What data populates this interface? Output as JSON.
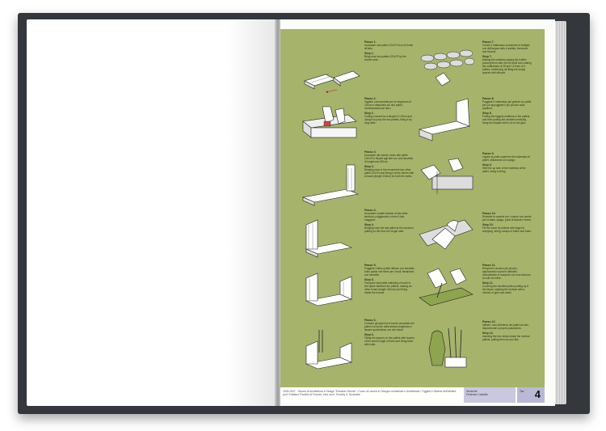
{
  "book": {
    "left_page": "blank",
    "tav_label": "Tav.",
    "tav_number": "4",
    "credits_line1": "2005-2007 - Scuola di Architettura e Design \"Edoardo Vittoria\" / Corso di Laurea in Disegno Industriale e Ambientale / Oggetti e Sistemi dell'Abitare",
    "credits_line2": "prof. Emiliano Fioriello di Francia, tutor arch. Timothy D. Brownlee",
    "student_label": "Studente",
    "student_name": "Federica Colacillo"
  },
  "steps": [
    {
      "it_title": "Passo 1.",
      "it": "Accostare due pallet 120x79 l'uno di fronte all'altro.",
      "en_title": "Step 1.",
      "en": "Bring near two pallets 120x79 by the shorter side."
    },
    {
      "it_title": "Passo 2.",
      "it": "Tagliare una tavoletta per la lunghezza di 120cm e attaccarla sui due pallet, inchiodandola dal retro.",
      "en_title": "Step 2.",
      "en": "Cutting a board for a length of 120cm and using it to jump the two pallets, fixing it by long nails."
    },
    {
      "it_title": "Passo 3.",
      "it": "Accostare allo stesso modo altri pallet 120x79 e fissarli agli altri con una tavoletta di lunghezza 240cm.",
      "en_title": "Step 3.",
      "en": "Bringing near in the movement two other pallet 120x79 and fixing it at the others with a board (length 240cm) for both the sides."
    },
    {
      "it_title": "Passo 4.",
      "it": "Accostare il pallet rimasto al lato della struttura, poggiandolo a terra il lato maggiore.",
      "en_title": "Step 4.",
      "en": "Bringing near the last pallet at the structure, putting on the floor the longer side."
    },
    {
      "it_title": "Passo 5.",
      "it": "Poggiare l'ultimo pallet riflesso con tavolette sotto quello che tiene per i bordi, fissandolo con tavolette.",
      "en_title": "Step 5.",
      "en": "Fixing the last pallet matching a board to the space between the pallets, making an other board (length 240cm) and fixing inside the boards."
    },
    {
      "it_title": "Passo 6.",
      "it": "Colmare gli spazi fra le tavole accostate dei pallet con tavole della stessa lunghezza e fissare quest'ultime con dei chiodi.",
      "en_title": "Step 6.",
      "en": "Filling the spaces on the pallets with boards of the same length of them and fixing them with nails."
    },
    {
      "it_title": "Passo 7.",
      "it": "Creare il materasso scuotendo le bottiglie con dell'acqua sotto e sabbia, formando due blocchi.",
      "en_title": "Step 7.",
      "en": "Making the mattress paying the bottles pouring them with the net shell and making the mattresses of 28 and 12 lines of 4 bottles, reinforcing all filling the empty spaces with silicone."
    },
    {
      "it_title": "Passo 8.",
      "it": "Poggiare il materasso più grande sui pallet per poi appoggiare il più piccolo sulla spalliera.",
      "en_title": "Step 8.",
      "en": "Putting the biggest mattress in the pallets and then putting the smallest vertically, fixing the shapes with a lot of hot glue."
    },
    {
      "it_title": "Passo 9.",
      "it": "Legare la parte superiore dei materassi al pallet, utilizzando uno spago.",
      "en_title": "Step 9.",
      "en": "With the up side of the mattress at the pallet, using a string."
    },
    {
      "it_title": "Passo 10.",
      "it": "Rivestire le coperte per i cuscini con tavole per la base, spago, punti di tessuti e forme.",
      "en_title": "Step 10.",
      "en": "Fill the cover for pillows with bags for wrapping, string, scraps of fabric and foam."
    },
    {
      "it_title": "Passo 11.",
      "it": "Ricoprire il cuscino più piccolo, applicandovi sopra le abitudini, resuscitando le scarpine con una chiusura di colle ed infine.",
      "en_title": "Step 11.",
      "en": "Covering the smallest pillow putting up it the tissue, stapling the surface with a mixture of glue and water."
    },
    {
      "it_title": "Passo 12.",
      "it": "Infilare i cavi all'interno dei pallet sul lato, disponendoli a proprio piacimento.",
      "en_title": "Step 12.",
      "en": "Inserting the tree sticks inside the vertical pallets, putting them as you like."
    }
  ]
}
